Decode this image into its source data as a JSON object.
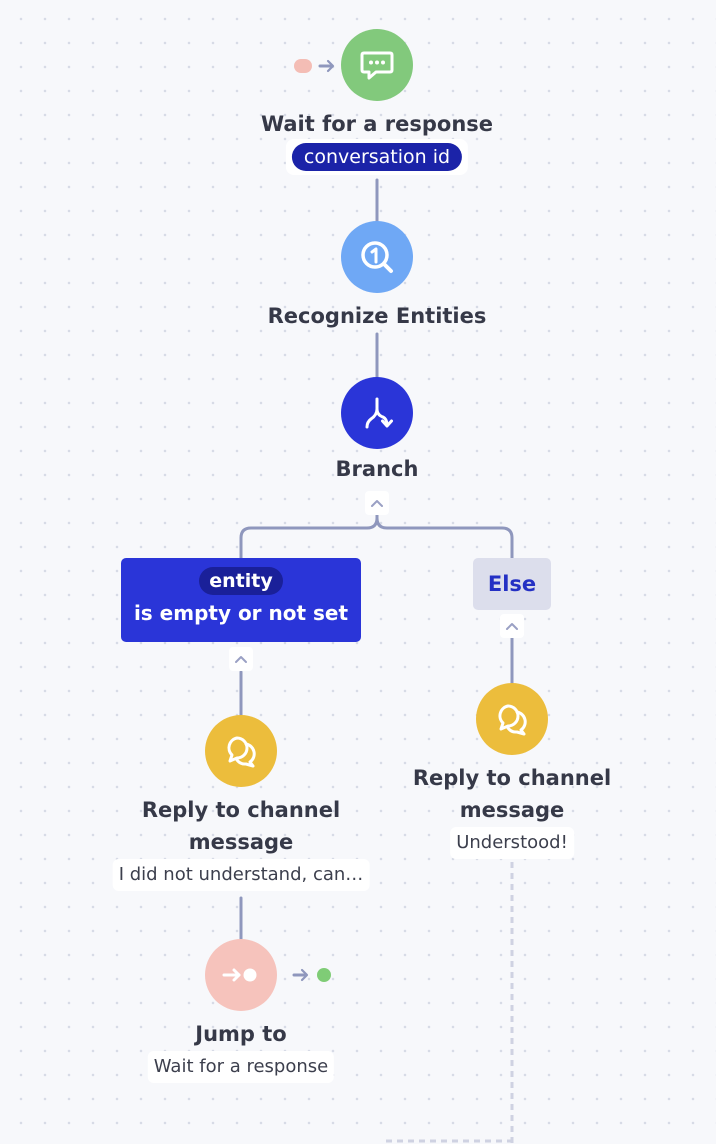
{
  "nodes": {
    "wait": {
      "label": "Wait for a response",
      "chip": "conversation id"
    },
    "recognize": {
      "label": "Recognize Entities"
    },
    "branch": {
      "label": "Branch"
    },
    "reply_left": {
      "label_line1": "Reply to channel",
      "label_line2": "message",
      "message": "I did not understand, can…"
    },
    "reply_right": {
      "label_line1": "Reply to channel",
      "label_line2": "message",
      "message": "Understood!"
    },
    "jump": {
      "label": "Jump to",
      "target": "Wait for a response"
    }
  },
  "conditions": {
    "if": {
      "variable": "entity",
      "operator": "is empty or not set"
    },
    "else": {
      "label": "Else"
    }
  },
  "icons": {
    "wait": "chat-bubble-icon",
    "recognize": "search-entity-icon",
    "branch": "branch-icon",
    "reply": "reply-chat-icon",
    "jump": "jump-to-icon"
  },
  "colors": {
    "wait": "#82c97c",
    "recognize": "#6fa8f5",
    "branch": "#2a35d8",
    "reply": "#ecbd3c",
    "jump": "#f6c3bc",
    "connector": "#8f97bd",
    "chip": "#1b23a8"
  }
}
